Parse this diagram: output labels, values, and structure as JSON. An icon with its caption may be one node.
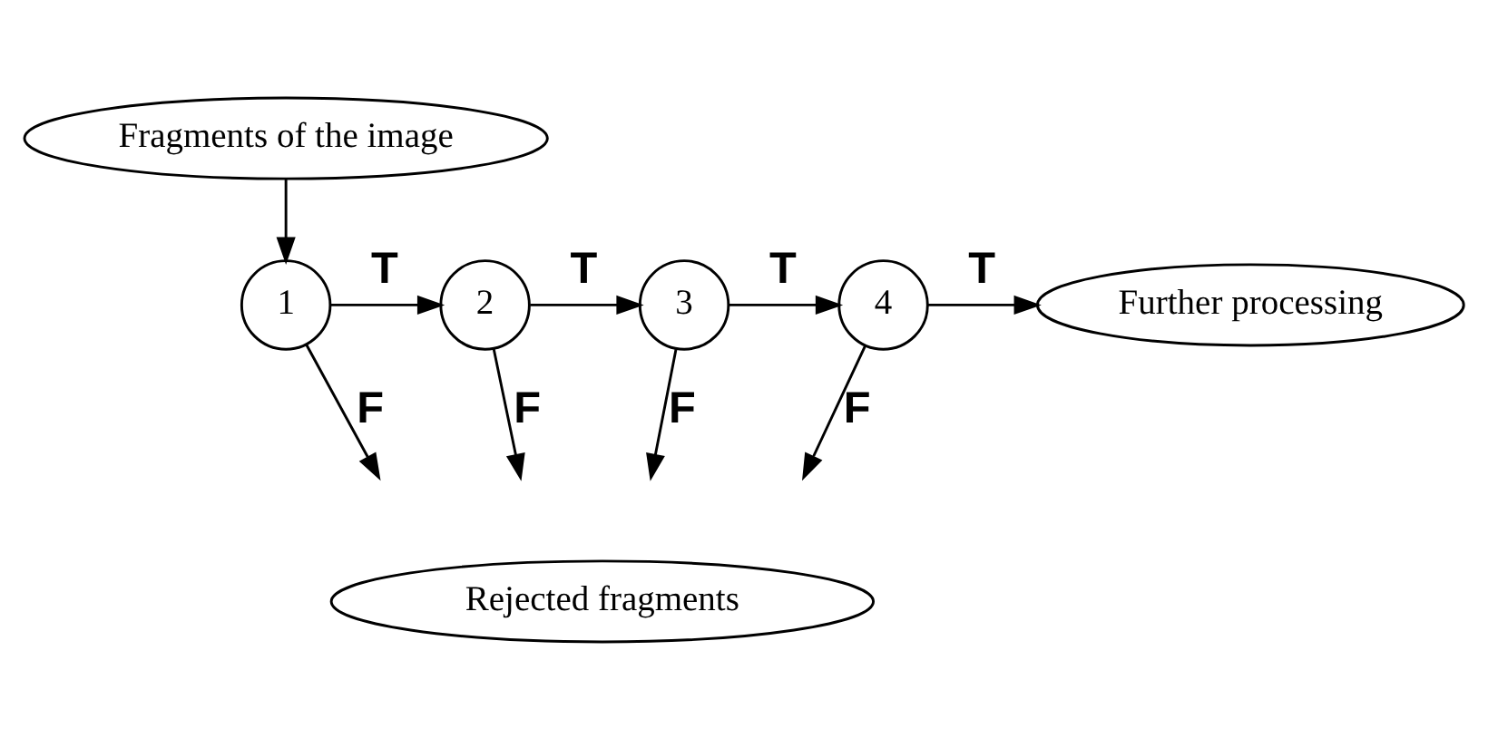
{
  "diagram": {
    "nodes": [
      {
        "text": [
          "Fragments of the image"
        ]
      },
      {
        "text": [
          "1"
        ]
      },
      {
        "text": [
          "2"
        ]
      },
      {
        "text": [
          "3"
        ]
      },
      {
        "text": [
          "4"
        ]
      },
      {
        "text": [
          "Further processing"
        ]
      },
      {
        "text": [
          "Rejected fragments"
        ]
      }
    ],
    "edges": [
      {
        "from": 0,
        "to": 1,
        "arrow": "to"
      },
      {
        "from": 1,
        "to": 2,
        "arrow": "to",
        "label": "T"
      },
      {
        "from": 2,
        "to": 3,
        "arrow": "to",
        "label": "T"
      },
      {
        "from": 3,
        "to": 4,
        "arrow": "to",
        "label": "T"
      },
      {
        "from": 4,
        "to": 5,
        "arrow": "to",
        "label": "T"
      },
      {
        "from": 1,
        "to": null,
        "arrow": "to",
        "label": "F"
      },
      {
        "from": 2,
        "to": null,
        "arrow": "to",
        "label": "F"
      },
      {
        "from": 3,
        "to": null,
        "arrow": "to",
        "label": "F"
      },
      {
        "from": 4,
        "to": null,
        "arrow": "to",
        "label": "F"
      }
    ]
  }
}
